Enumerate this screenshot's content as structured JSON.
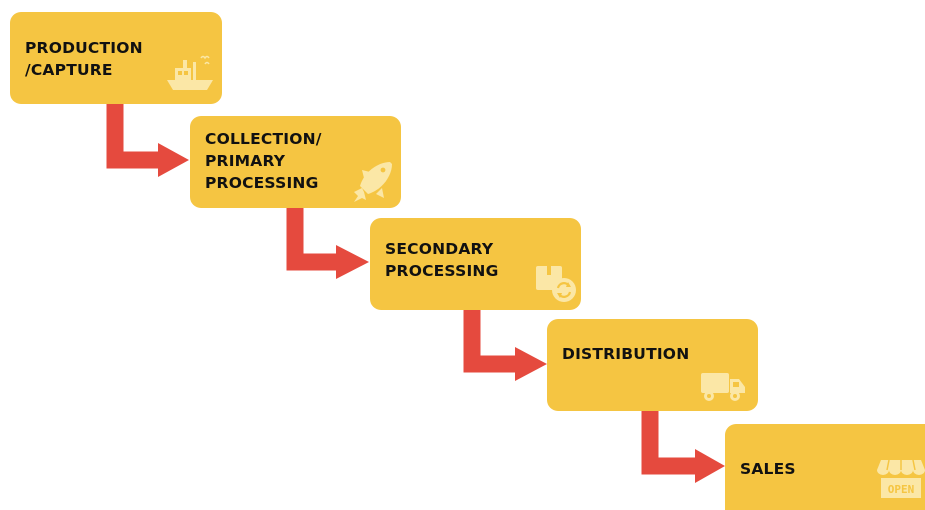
{
  "diagram": {
    "type": "staircase-flow",
    "colors": {
      "box": "#f5c542",
      "arrow": "#e54a3e",
      "icon": "#fbe7a6",
      "text": "#111111"
    },
    "steps": [
      {
        "label": "PRODUCTION\n/CAPTURE",
        "icon": "fishing-boat-icon"
      },
      {
        "label": "COLLECTION/\nPRIMARY\nPROCESSING",
        "icon": "fish-icon"
      },
      {
        "label": "SECONDARY\nPROCESSING",
        "icon": "package-refresh-icon"
      },
      {
        "label": "DISTRIBUTION",
        "icon": "delivery-truck-icon"
      },
      {
        "label": "SALES",
        "icon": "open-shop-icon"
      }
    ],
    "open_sign_text": "OPEN"
  }
}
